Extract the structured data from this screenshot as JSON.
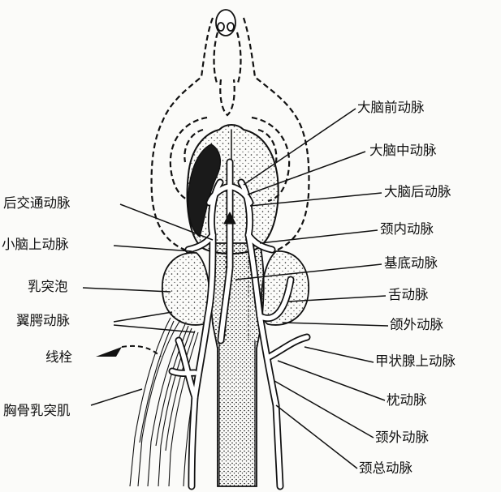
{
  "diagram": {
    "labels_right": [
      {
        "id": "anterior-cerebral-artery",
        "text": "大脑前动脉"
      },
      {
        "id": "middle-cerebral-artery",
        "text": "大脑中动脉"
      },
      {
        "id": "posterior-cerebral-artery",
        "text": "大脑后动脉"
      },
      {
        "id": "internal-carotid-artery",
        "text": "颈内动脉"
      },
      {
        "id": "basilar-artery",
        "text": "基底动脉"
      },
      {
        "id": "lingual-artery",
        "text": "舌动脉"
      },
      {
        "id": "external-maxillary-artery",
        "text": "颌外动脉"
      },
      {
        "id": "superior-thyroid-artery",
        "text": "甲状腺上动脉"
      },
      {
        "id": "occipital-artery",
        "text": "枕动脉"
      },
      {
        "id": "external-carotid-artery",
        "text": "颈外动脉"
      },
      {
        "id": "common-carotid-artery",
        "text": "颈总动脉"
      }
    ],
    "labels_left": [
      {
        "id": "posterior-communicating-artery",
        "text": "后交通动脉"
      },
      {
        "id": "superior-cerebellar-artery",
        "text": "小脑上动脉"
      },
      {
        "id": "tympanic-bulla",
        "text": "乳突泡"
      },
      {
        "id": "pterygopalatine-artery",
        "text": "翼腭动脉"
      },
      {
        "id": "embolus-thread",
        "text": "线栓"
      },
      {
        "id": "sternocleidomastoid-muscle",
        "text": "胸骨乳突肌"
      }
    ]
  }
}
